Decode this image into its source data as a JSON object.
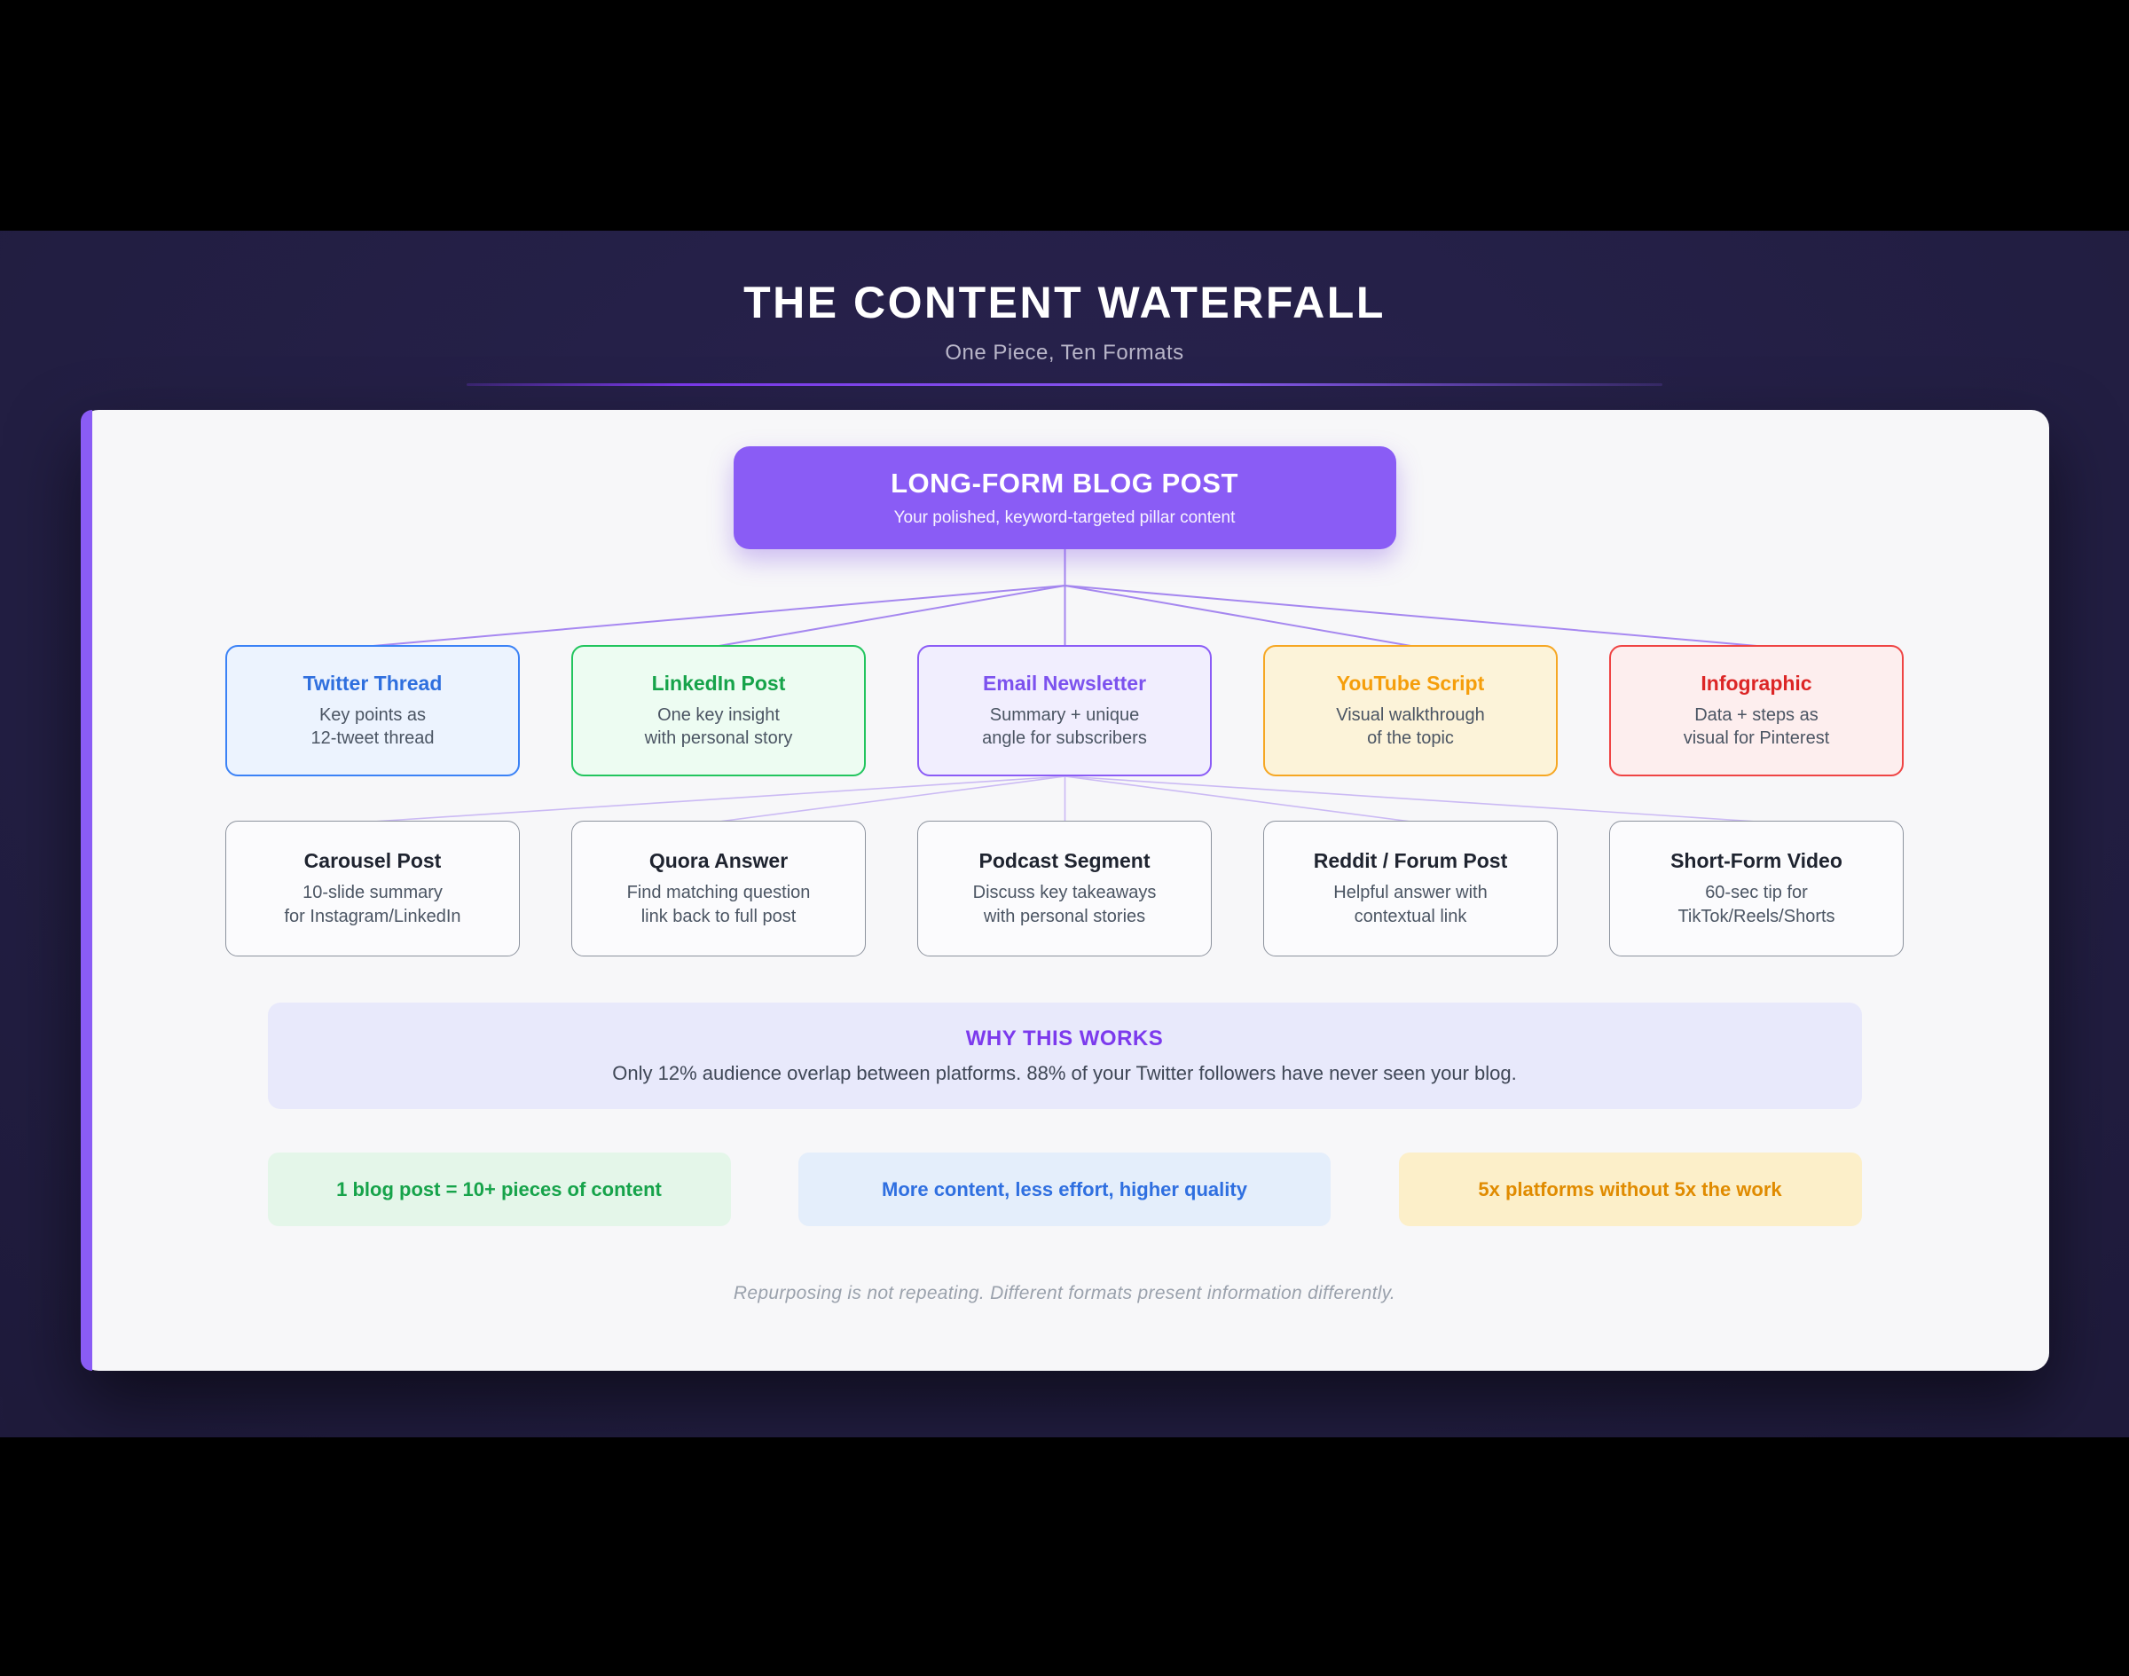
{
  "theme": {
    "page_bg": "#211d3c",
    "card_bg": "#f7f7f9",
    "accent": "#8a5cf5",
    "divider": "#7c3aed"
  },
  "header": {
    "title": "THE CONTENT WATERFALL",
    "subtitle": "One Piece, Ten Formats"
  },
  "hero": {
    "title": "LONG-FORM BLOG POST",
    "subtitle": "Your polished, keyword-targeted pillar content",
    "bg": "#8a5cf5"
  },
  "format_row": [
    {
      "title": "Twitter Thread",
      "body": "Key points as\n12-tweet thread",
      "accent": "#2f6fde",
      "border": "#3b82f6",
      "bg": "#ecf3fe"
    },
    {
      "title": "LinkedIn Post",
      "body": "One key insight\nwith personal story",
      "accent": "#16a34a",
      "border": "#22c55e",
      "bg": "#edfcf2"
    },
    {
      "title": "Email Newsletter",
      "body": "Summary + unique\nangle for subscribers",
      "accent": "#7c52ee",
      "border": "#8b5cf6",
      "bg": "#f1eefe"
    },
    {
      "title": "YouTube Script",
      "body": "Visual walkthrough\nof the topic",
      "accent": "#f59e0b",
      "border": "#f6a723",
      "bg": "#fcf3d9"
    },
    {
      "title": "Infographic",
      "body": "Data + steps as\nvisual for Pinterest",
      "accent": "#dc2626",
      "border": "#ef4444",
      "bg": "#fdeeee"
    }
  ],
  "derived_row": [
    {
      "title": "Carousel Post",
      "body": "10-slide summary\nfor Instagram/LinkedIn"
    },
    {
      "title": "Quora Answer",
      "body": "Find matching question\nlink back to full post"
    },
    {
      "title": "Podcast Segment",
      "body": "Discuss key takeaways\nwith personal stories"
    },
    {
      "title": "Reddit / Forum Post",
      "body": "Helpful answer with\ncontextual link"
    },
    {
      "title": "Short-Form Video",
      "body": "60-sec tip for\nTikTok/Reels/Shorts"
    }
  ],
  "why": {
    "title": "WHY THIS WORKS",
    "body": "Only 12% audience overlap between platforms. 88% of your Twitter followers have never seen your blog.",
    "accent": "#7c3aed",
    "bg": "#e8e9fb"
  },
  "takeaways": [
    {
      "label": "1 blog post = 10+ pieces of content",
      "color": "#16a34a",
      "bg": "#e4f6e9"
    },
    {
      "label": "More content, less effort, higher quality",
      "color": "#2f6fe0",
      "bg": "#e4eefb"
    },
    {
      "label": "5x platforms without 5x the work",
      "color": "#e08b00",
      "bg": "#fcefc9"
    }
  ],
  "footer_note": "Repurposing is not repeating. Different formats present information differently."
}
